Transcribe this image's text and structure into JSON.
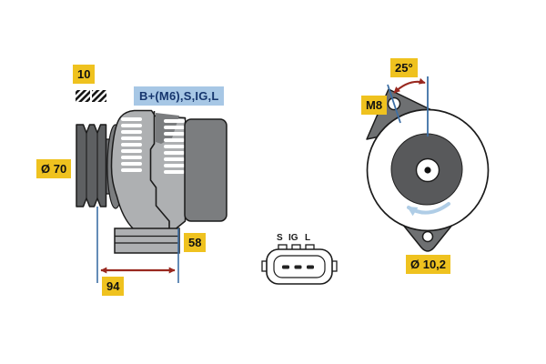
{
  "side_view": {
    "belt_width_label": "10",
    "pulley_diameter_label": "Ø 70",
    "terminals_label": "B+(M6),S,IG,L",
    "depth_label": "58",
    "length_label": "94"
  },
  "rear_view": {
    "angle_label": "25°",
    "thread_label": "M8",
    "hole_diameter_label": "Ø 10,2"
  },
  "connector": {
    "pins": [
      "S",
      "IG",
      "L"
    ]
  },
  "colors": {
    "label_bg": "#efc21f",
    "terminal_label_bg": "#a7c7e5",
    "terminal_label_text": "#16366e",
    "dimension_blue": "#3d6fa5",
    "dimension_red": "#99281f",
    "rotation_arrow_blue": "#afcde6",
    "housing_light_gray": "#aeb0b2",
    "housing_mid_gray": "#7b7d7f",
    "pulley_dark_gray": "#5e6062",
    "outline": "#1b1b1b"
  }
}
